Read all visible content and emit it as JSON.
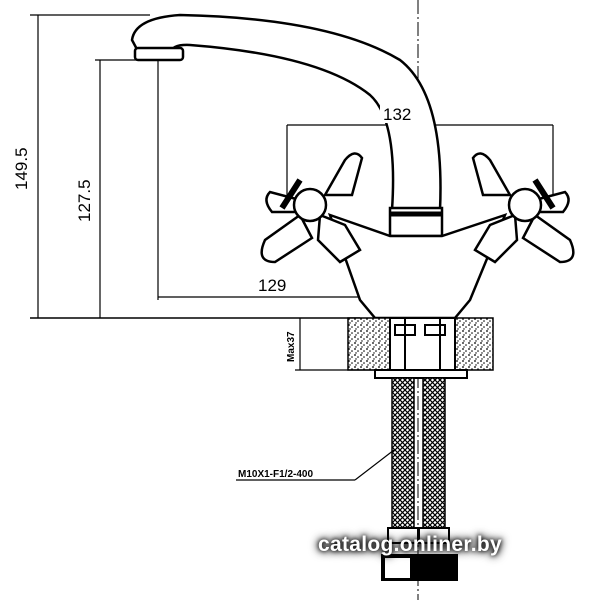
{
  "dimensions": {
    "total_height": "149.5",
    "spout_height": "127.5",
    "spout_reach": "129",
    "handle_span": "132",
    "max_countertop": "Max37",
    "hose_spec": "M10X1-F1/2-400"
  },
  "watermark": "catalog.onliner.by",
  "colors": {
    "line": "#000000",
    "background": "#ffffff"
  }
}
